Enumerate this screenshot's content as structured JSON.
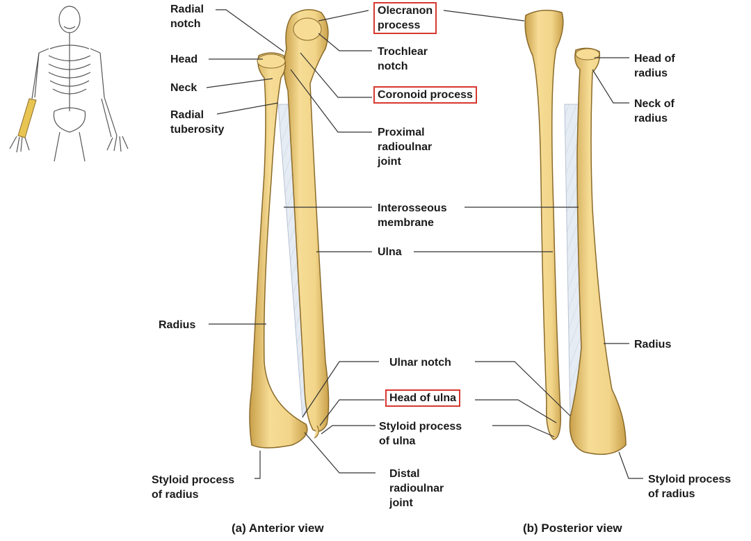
{
  "labels": {
    "radial_notch": "Radial\nnotch",
    "head": "Head",
    "neck": "Neck",
    "radial_tuberosity": "Radial\ntuberosity",
    "olecranon_process": "Olecranon\nprocess",
    "trochlear_notch": "Trochlear\nnotch",
    "coronoid_process": "Coronoid process",
    "proximal_radioulnar_joint": "Proximal\nradioulnar\njoint",
    "interosseous_membrane": "Interosseous\nmembrane",
    "ulna": "Ulna",
    "radius_left": "Radius",
    "radius_right": "Radius",
    "ulnar_notch": "Ulnar notch",
    "head_of_ulna": "Head of ulna",
    "styloid_process_of_ulna": "Styloid process\nof ulna",
    "distal_radioulnar_joint": "Distal\nradioulnar\njoint",
    "styloid_process_of_radius_left": "Styloid process\nof radius",
    "styloid_process_of_radius_right": "Styloid process\nof radius",
    "head_of_radius": "Head of\nradius",
    "neck_of_radius": "Neck of\nradius"
  },
  "captions": {
    "anterior": "(a) Anterior view",
    "posterior": "(b) Posterior view"
  },
  "colors": {
    "bone_fill": "#f2d58a",
    "bone_shadow": "#c9a04a",
    "bone_outline": "#8a6a2a",
    "membrane": "#e3e9f2",
    "highlight_box": "#d6382f",
    "skeleton_highlight": "#e8c552"
  }
}
